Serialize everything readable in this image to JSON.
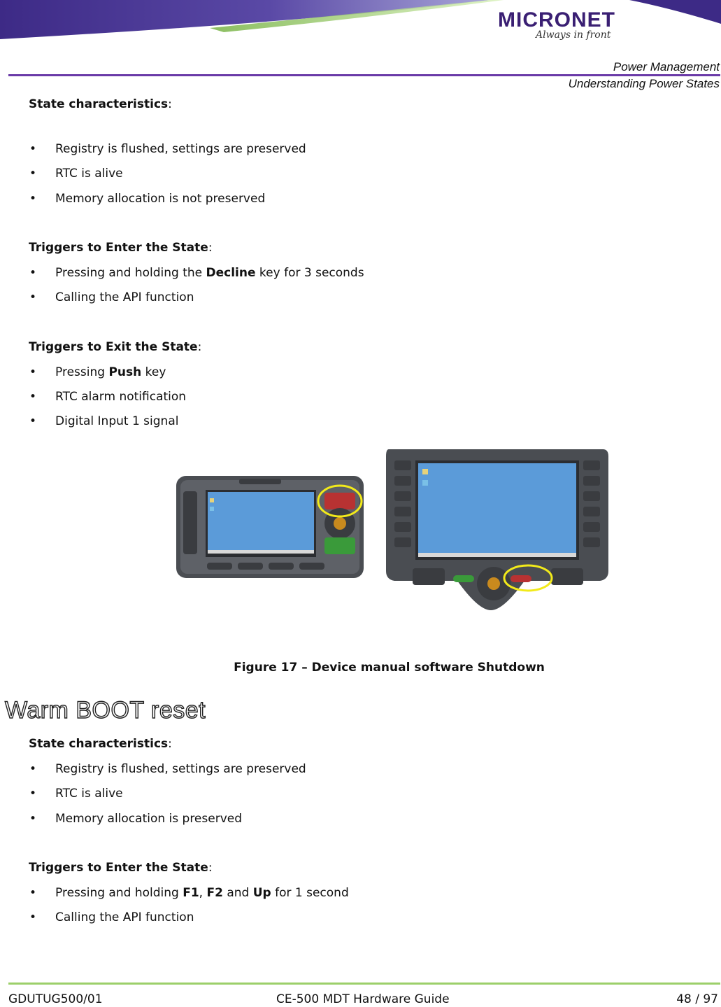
{
  "header": {
    "logo_word": "MICRONET",
    "logo_tagline": "Always in front",
    "title": "Power Management",
    "subtitle": "Understanding Power States"
  },
  "shutdown": {
    "characteristics_label": "State characteristics",
    "characteristics": [
      "Registry is flushed, settings are preserved",
      "RTC is alive",
      "Memory allocation is not preserved"
    ],
    "enter_label": "Triggers to Enter the State",
    "enter_triggers": [
      {
        "pre": "Pressing and holding the ",
        "bold": "Decline",
        "post": " key for 3 seconds"
      },
      {
        "pre": "Calling the API function",
        "bold": "",
        "post": ""
      }
    ],
    "exit_label": "Triggers to Exit the State",
    "exit_triggers": [
      {
        "pre": "Pressing ",
        "bold": "Push",
        "post": " key"
      },
      {
        "pre": "RTC alarm notification",
        "bold": "",
        "post": ""
      },
      {
        "pre": "Digital Input 1 signal",
        "bold": "",
        "post": ""
      }
    ]
  },
  "figure": {
    "caption": "Figure 17 – Device manual software Shutdown"
  },
  "warm_boot": {
    "heading": "Warm BOOT reset",
    "characteristics_label": "State characteristics",
    "characteristics": [
      "Registry is flushed, settings are preserved",
      "RTC is alive",
      "Memory allocation is preserved"
    ],
    "enter_label": "Triggers to Enter the State",
    "enter_trigger_1": {
      "pre": "Pressing and holding ",
      "b1": "F1",
      "m1": ", ",
      "b2": "F2",
      "m2": " and ",
      "b3": "Up",
      "post": " for 1 second"
    },
    "enter_trigger_2": "Calling the API function"
  },
  "footer": {
    "doc_id": "GDUTUG500/01",
    "doc_title": "CE-500 MDT Hardware Guide",
    "page": "48 / 97"
  },
  "colors": {
    "header_rule": "#6a3aa8",
    "footer_rule": "#9ccf6a",
    "highlight_circle": "#f2ea1a"
  }
}
